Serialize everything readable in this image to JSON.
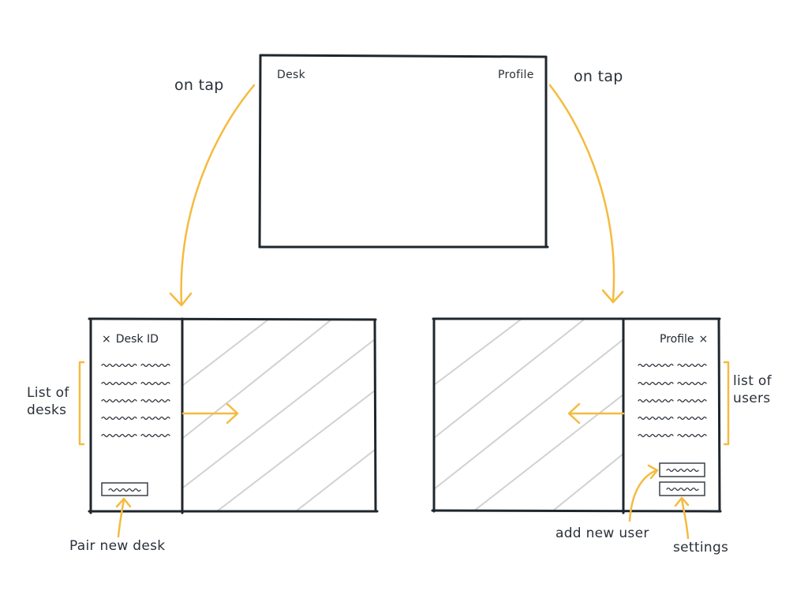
{
  "diagram": {
    "colors": {
      "ink": "#1f262d",
      "annotation": "#f5bb3f",
      "hatch": "#cfd2d4"
    },
    "top_screen": {
      "left_label": "Desk",
      "right_label": "Profile"
    },
    "transitions": {
      "left": "on tap",
      "right": "on tap"
    },
    "desk_panel": {
      "header": "Desk ID",
      "close_icon": "×",
      "list_rows": 5,
      "list_annotation_line1": "List of",
      "list_annotation_line2": "desks",
      "button_annotation": "Pair new desk"
    },
    "profile_panel": {
      "header": "Profile",
      "close_icon": "×",
      "list_rows": 5,
      "list_annotation_line1": "list of",
      "list_annotation_line2": "users",
      "button_annotations": [
        "add new user",
        "settings"
      ]
    }
  }
}
